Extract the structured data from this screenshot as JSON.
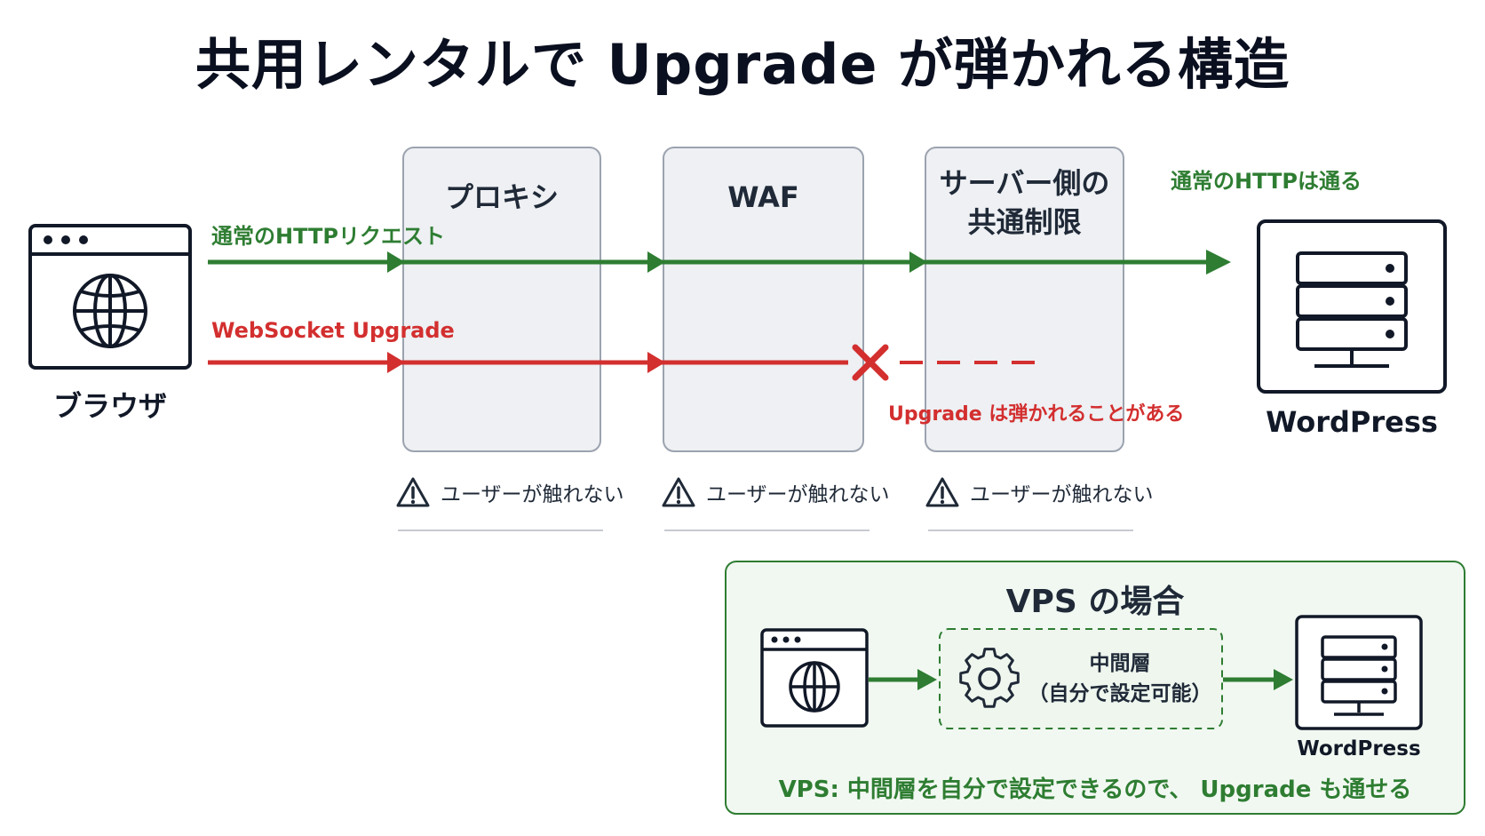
{
  "title": "共用レンタルで Upgrade が弾かれる構造",
  "browser": {
    "label": "ブラウザ"
  },
  "flows": {
    "http_label": "通常のHTTPリクエスト",
    "ws_label": "WebSocket Upgrade",
    "http_pass_label": "通常のHTTPは通る",
    "ws_blocked_label": "Upgrade は弾かれることがある"
  },
  "layers": [
    {
      "label": "プロキシ",
      "warning": "ユーザーが触れない"
    },
    {
      "label": "WAF",
      "warning": "ユーザーが触れない"
    },
    {
      "label_line1": "サーバー側の",
      "label_line2": "共通制限",
      "warning": "ユーザーが触れない"
    }
  ],
  "server": {
    "label": "WordPress"
  },
  "vps": {
    "title": "VPS の場合",
    "middle_line1": "中間層",
    "middle_line2": "（自分で設定可能）",
    "server_label": "WordPress",
    "note": "VPS: 中間層を自分で設定できるので、 Upgrade も通せる"
  },
  "colors": {
    "green": "#2e7d32",
    "red": "#d32f2f",
    "box_fill": "#eef0f3",
    "box_stroke": "#9ca3af",
    "vps_fill": "#f1f8f1",
    "dark": "#111827"
  }
}
